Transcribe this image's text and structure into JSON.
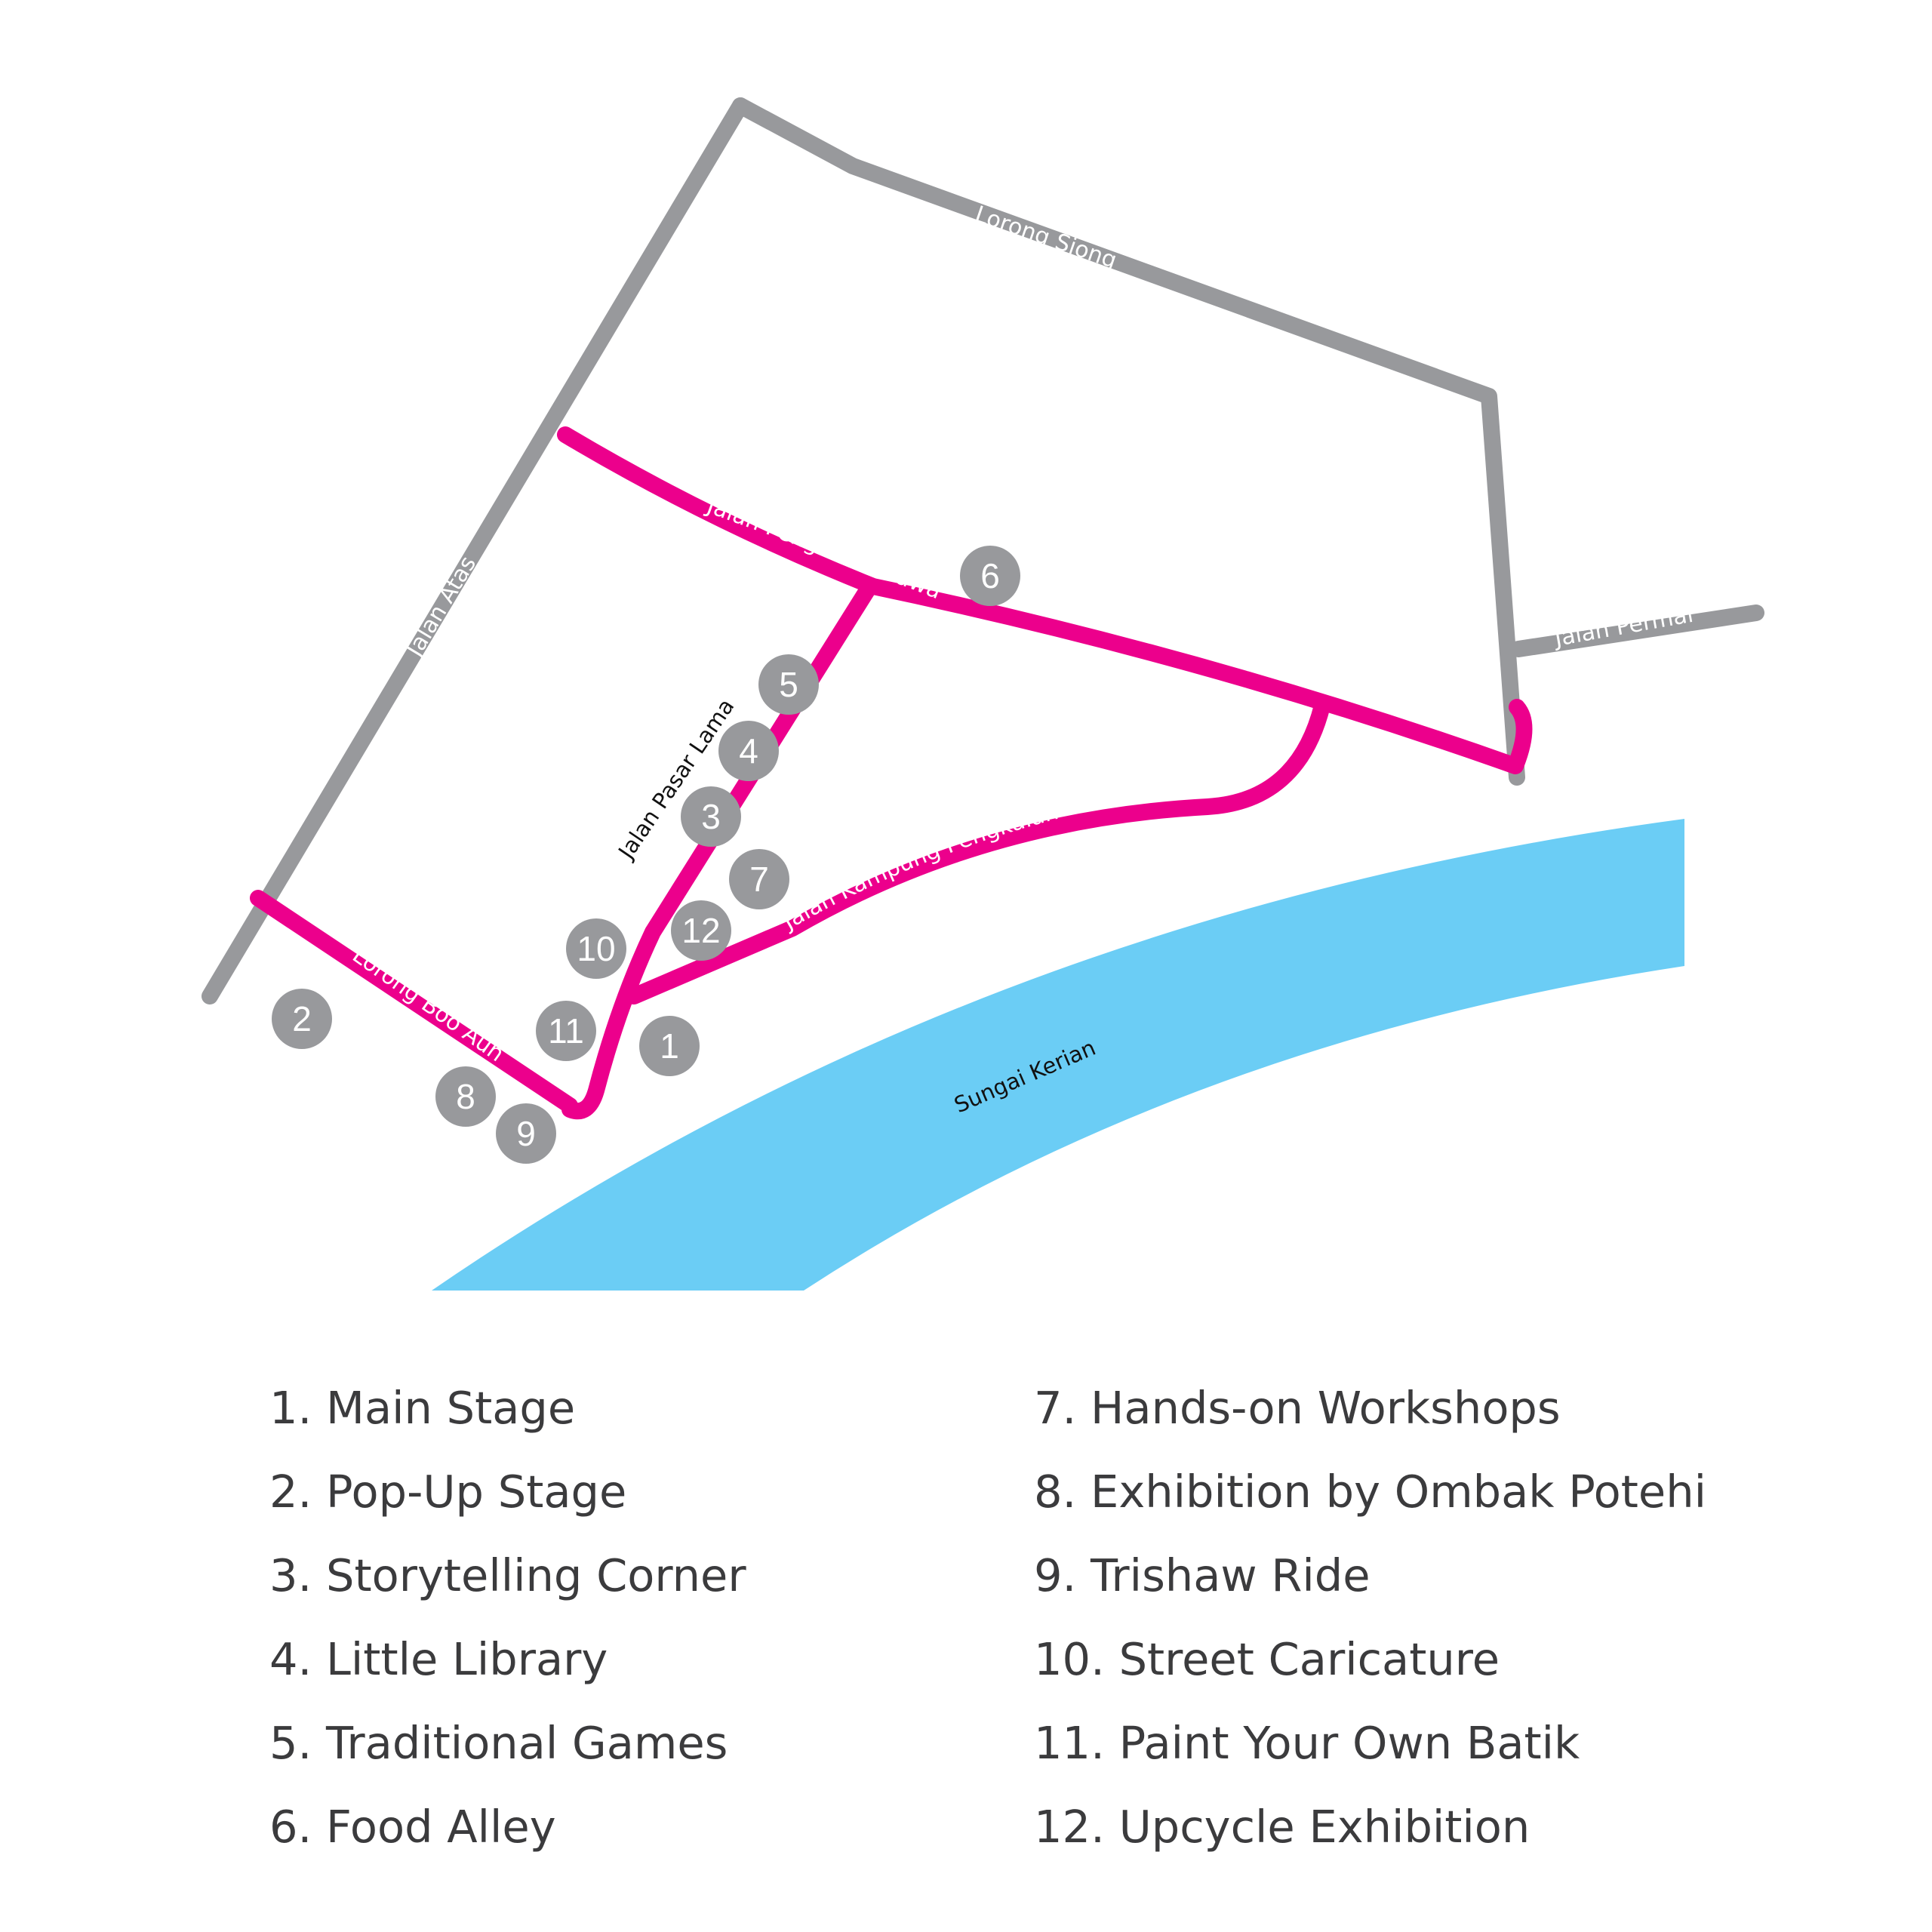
{
  "colors": {
    "road_gray": "#98999c",
    "road_festival": "#ec008c",
    "river": "#6bcdf5",
    "marker": "#98999c",
    "legend_text": "#3b3b3d"
  },
  "streets": {
    "lorong_siong": "Lorong Siong",
    "jalan_atas": "Jalan Atas",
    "jalan_permai": "Jalan Permai",
    "jalan_pengkalan_rawa": "Jalan Pengkalan Rawa",
    "jalan_pasar_lama": "Jalan Pasar Lama",
    "jalan_kampung_pengkalan": "Jalan Kampung Pengkalan",
    "lorong_boo_aun": "Lorong Boo Aun"
  },
  "river": {
    "name": "Sungai Kerian"
  },
  "markers": [
    "1",
    "2",
    "3",
    "4",
    "5",
    "6",
    "7",
    "8",
    "9",
    "10",
    "11",
    "12"
  ],
  "legend": {
    "left": [
      "1. Main Stage",
      "2. Pop-Up Stage",
      "3. Storytelling Corner",
      "4. Little Library",
      "5. Traditional Games",
      "6. Food Alley"
    ],
    "right": [
      "7. Hands-on Workshops",
      "8. Exhibition by Ombak Potehi",
      "9. Trishaw Ride",
      "10. Street Caricature",
      "11. Paint Your Own Batik",
      "12. Upcycle Exhibition"
    ]
  }
}
